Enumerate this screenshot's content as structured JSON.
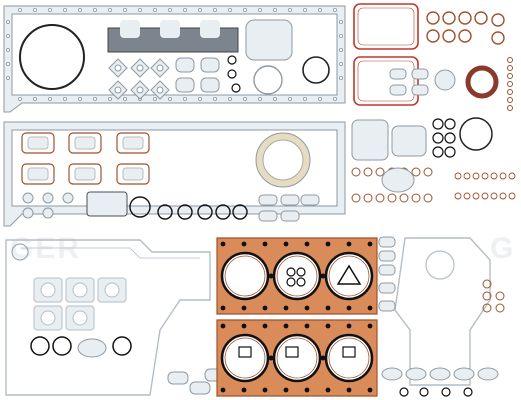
{
  "image": {
    "subject": "gasket-set-parts-layout",
    "background": "#ffffff",
    "colors": {
      "steel": "#8e9aa4",
      "steel_fill": "#e9eef2",
      "line": "#4a4f55",
      "copper": "#d98b5a",
      "copper_dark": "#a0522d",
      "rubber": "#8a3a2a",
      "cream": "#e6dcc0",
      "black": "#111111",
      "red": "#c0392b"
    },
    "watermark_left": "GER",
    "watermark_right": "G"
  }
}
